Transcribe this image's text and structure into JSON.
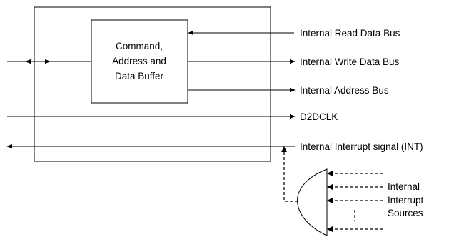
{
  "buffer_block": {
    "lines": [
      "Command,",
      "Address and",
      "Data Buffer"
    ]
  },
  "signals": {
    "read_bus": "Internal Read Data Bus",
    "write_bus": "Internal Write Data Bus",
    "address_bus": "Internal Address Bus",
    "clock": "D2DCLK",
    "interrupt": "Internal Interrupt signal (INT)"
  },
  "interrupt_sources": {
    "lines": [
      "Internal",
      "Interrupt",
      "Sources"
    ]
  }
}
